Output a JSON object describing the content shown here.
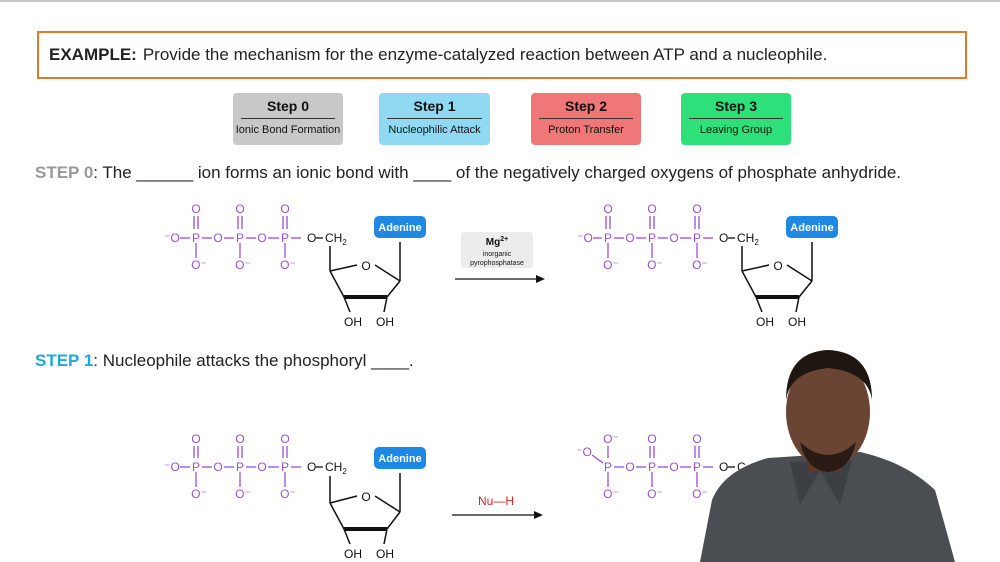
{
  "example": {
    "label": "EXAMPLE:",
    "text": "Provide the mechanism for the enzyme-catalyzed reaction between ATP and a nucleophile."
  },
  "steps": [
    {
      "title": "Step 0",
      "subtitle": "Ionic Bond Formation",
      "color": "#c8c8c8"
    },
    {
      "title": "Step 1",
      "subtitle": "Nucleophilic Attack",
      "color": "#8fd9f2"
    },
    {
      "title": "Step 2",
      "subtitle": "Proton Transfer",
      "color": "#ef7777"
    },
    {
      "title": "Step 3",
      "subtitle": "Leaving Group",
      "color": "#2ee07a"
    }
  ],
  "step0": {
    "label": "STEP 0",
    "label_color": "#9a9a9a",
    "text": ": The ______ ion forms an ionic bond with ____ of the negatively charged oxygens of phosphate anhydride."
  },
  "step1": {
    "label": "STEP 1",
    "label_color": "#1fa8d6",
    "text": ": Nucleophile attacks the phosphoryl ____."
  },
  "chem": {
    "adenine": "Adenine",
    "ring_o": "O",
    "oh": "OH",
    "ch2": "CH",
    "two": "2",
    "o": "O",
    "p": "P",
    "o_minus": "O⁻",
    "minus_o": "⁻O",
    "mg": "Mg",
    "mg_charge": "2+",
    "enzyme_line1": "inorganic",
    "enzyme_line2": "pyrophosphatase",
    "nuh": "Nu—H",
    "o_minus_lone": "⁻O",
    "partial_c": "C"
  },
  "colors": {
    "phosphate": "#9b4fd6",
    "adenine": "#1e88e5",
    "structure": "#111111"
  }
}
